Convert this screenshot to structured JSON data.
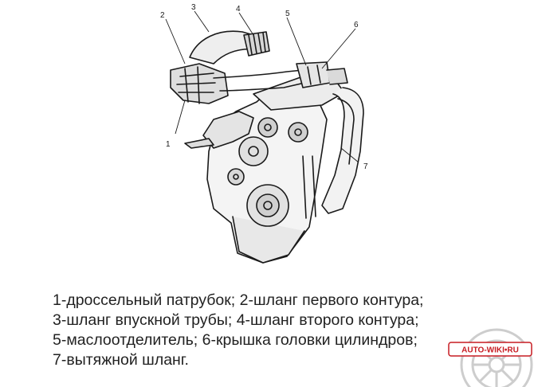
{
  "callouts": [
    {
      "number": "1",
      "name": "дроссельный патрубок"
    },
    {
      "number": "2",
      "name": "шланг первого контура"
    },
    {
      "number": "3",
      "name": "шланг впускной трубы"
    },
    {
      "number": "4",
      "name": "шланг второго контура"
    },
    {
      "number": "5",
      "name": "маслоотделитель"
    },
    {
      "number": "6",
      "name": "крышка головки цилиндров"
    },
    {
      "number": "7",
      "name": "вытяжной шланг"
    }
  ],
  "caption": {
    "line1": "1-дроссельный патрубок; 2-шланг первого контура;",
    "line2": "3-шланг впускной трубы; 4-шланг второго контура;",
    "line3": "5-маслоотделитель; 6-крышка головки цилиндров;",
    "line4": "7-вытяжной шланг."
  },
  "watermark": {
    "text": "AUTO-WIKI•RU",
    "color": "#c71c22"
  },
  "colors": {
    "line": "#1a1a1a",
    "caption_text": "#222222",
    "background": "#ffffff"
  }
}
